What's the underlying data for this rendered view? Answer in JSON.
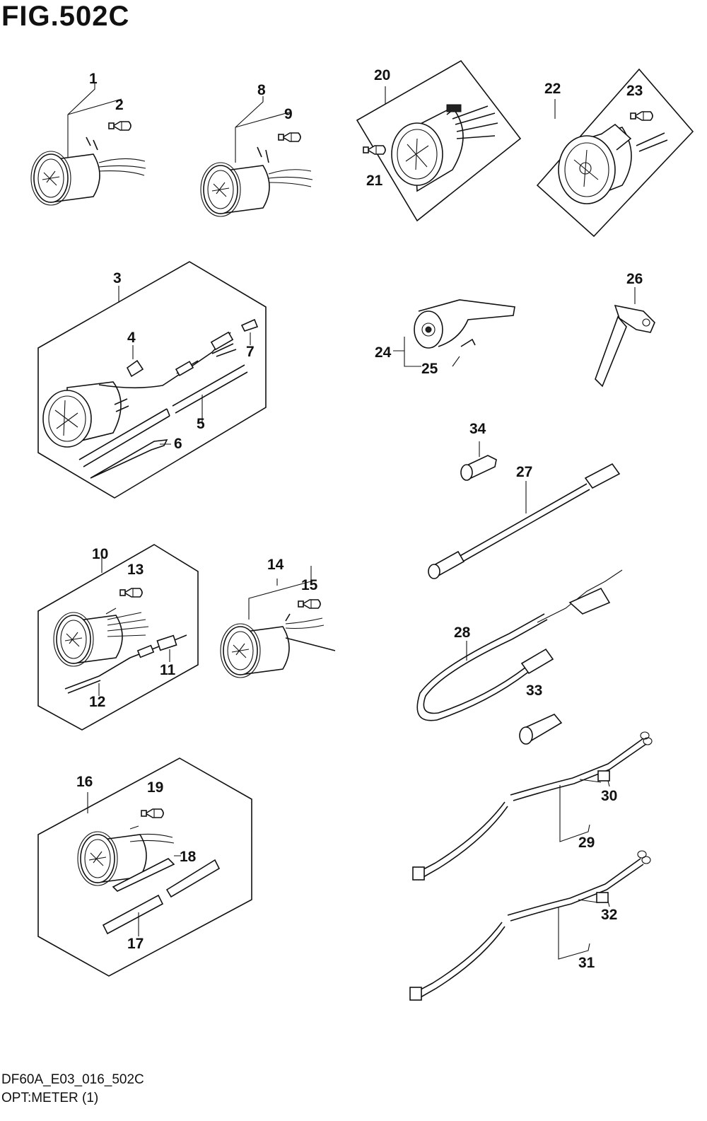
{
  "header": {
    "title": "FIG.502C"
  },
  "footer": {
    "code": "DF60A_E03_016_502C",
    "caption": "OPT:METER (1)"
  },
  "parts": {
    "p1": "1",
    "p2": "2",
    "p3": "3",
    "p4": "4",
    "p5": "5",
    "p6": "6",
    "p7": "7",
    "p8": "8",
    "p9": "9",
    "p10": "10",
    "p11": "11",
    "p12": "12",
    "p13": "13",
    "p14": "14",
    "p15": "15",
    "p16": "16",
    "p17": "17",
    "p18": "18",
    "p19": "19",
    "p20": "20",
    "p21": "21",
    "p22": "22",
    "p23": "23",
    "p24": "24",
    "p25": "25",
    "p26": "26",
    "p27": "27",
    "p28": "28",
    "p29": "29",
    "p30": "30",
    "p31": "31",
    "p32": "32",
    "p33": "33",
    "p34": "34"
  }
}
